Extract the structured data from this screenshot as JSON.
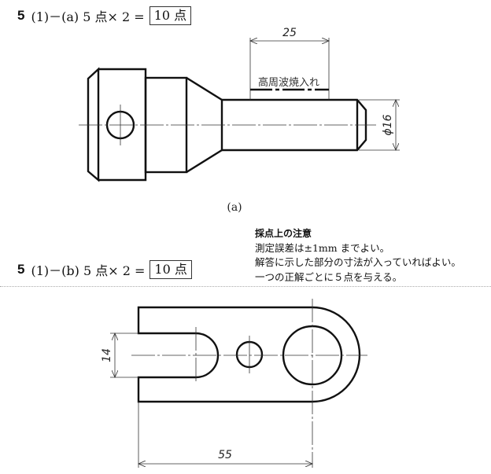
{
  "section_a": {
    "number": "5",
    "text": "(1)－(a) 5 点× 2 =",
    "score": "10 点"
  },
  "section_b": {
    "number": "5",
    "text": "(1)－(b) 5 点× 2 =",
    "score": "10 点"
  },
  "drawing_a": {
    "dim_length": "25",
    "dim_diameter": "ϕ16",
    "treatment_label": "高周波焼入れ",
    "caption": "(a)"
  },
  "drawing_b": {
    "dim_slot": "14",
    "dim_length": "55"
  },
  "notes": {
    "title": "採点上の注意",
    "lines": [
      "測定誤差は±1mm までよい。",
      "解答に示した部分の寸法が入っていればよい。",
      "一つの正解ごとに５点を与える。"
    ]
  }
}
